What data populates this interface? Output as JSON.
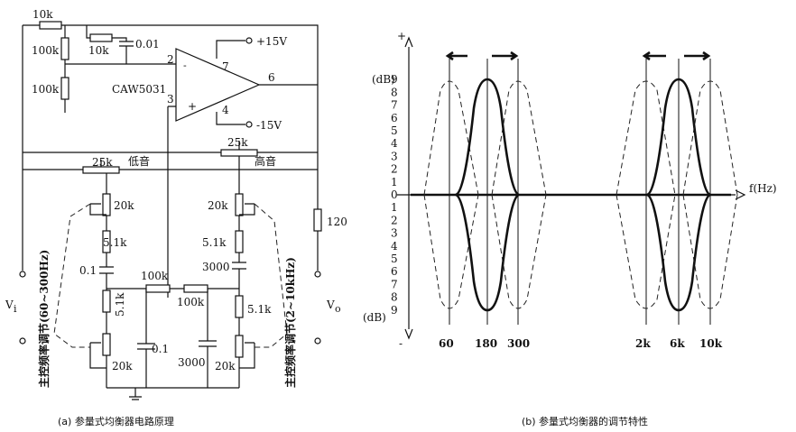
{
  "circuit": {
    "r_input": "10k",
    "r_feedback": "10k",
    "r_div_top": "100k",
    "r_div_bottom": "100k",
    "c_comp": "0.01",
    "opamp_name": "CAW5031",
    "pin2": "2",
    "pin3": "3",
    "pin7": "7",
    "pin6": "6",
    "pin4": "4",
    "plus": "+",
    "supply_pos": "+15V",
    "supply_neg": "-15V",
    "bass_pot": "25k",
    "bass_label": "低音",
    "treble_pot": "25k",
    "treble_label": "高音",
    "left_20k_top": "20k",
    "left_5k1_a": "5.1k",
    "left_c01": "0.1",
    "left_5k1_b": "5.1k",
    "left_20k_bottom": "20k",
    "center_100k_a": "100k",
    "center_100k_b": "100k",
    "center_c01": "0.1",
    "center_c3000": "3000",
    "right_20k_top": "20k",
    "right_5k1_a": "5.1k",
    "right_c3000": "3000",
    "right_5k1_b": "5.1k",
    "right_20k_bottom": "20k",
    "r_load": "120",
    "vin": "V",
    "vin_sub": "i",
    "vout": "V",
    "vout_sub": "o",
    "left_vertical_label": "主控频率调节(60~300Hz)",
    "right_vertical_label": "主控频率调节(2~10kHz)",
    "caption": "(a)  参量式均衡器电路原理"
  },
  "graph": {
    "plus_sign": "+",
    "minus_sign": "-",
    "db_top": "(dB)",
    "db_bottom": "(dB)",
    "axis_label": "f(Hz)",
    "upper_ticks": [
      "9",
      "8",
      "7",
      "6",
      "5",
      "4",
      "3",
      "2",
      "1"
    ],
    "zero": "0",
    "lower_ticks": [
      "1",
      "2",
      "3",
      "4",
      "5",
      "6",
      "7",
      "8",
      "9"
    ],
    "freq_labels": [
      "60",
      "180",
      "300",
      "2k",
      "6k",
      "10k"
    ],
    "caption": "(b)  参量式均衡器的调节特性"
  }
}
